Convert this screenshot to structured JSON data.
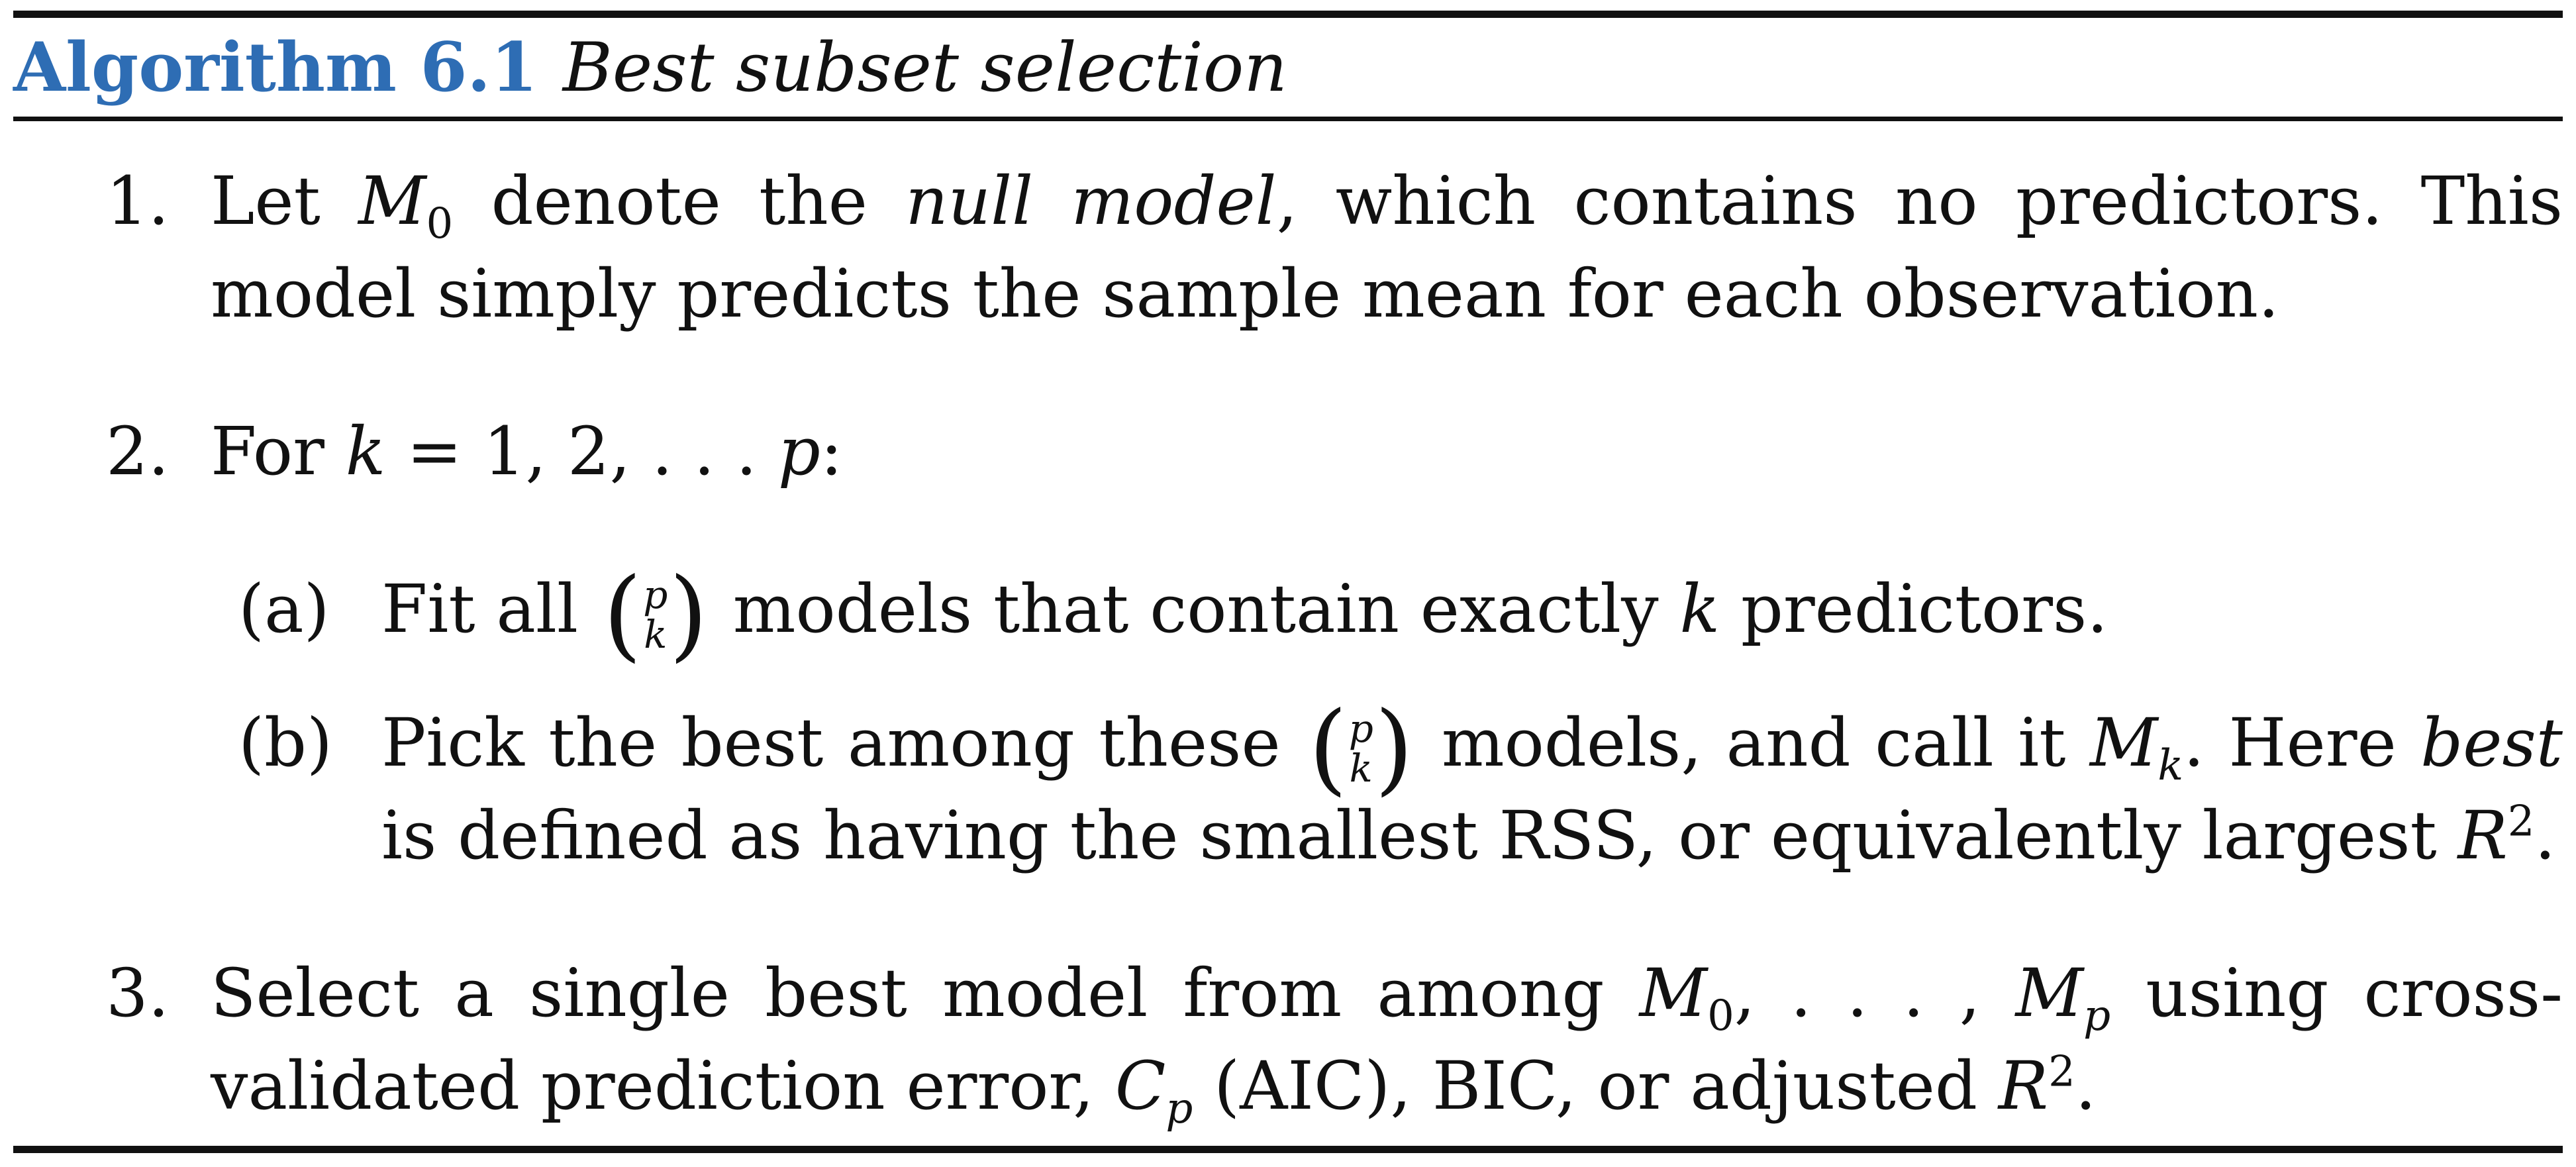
{
  "algorithm": {
    "number_label": "Algorithm 6.1",
    "name": "Best subset selection"
  },
  "steps": [
    {
      "num": "1.",
      "line1_pre": "Let ",
      "line1_model": "M",
      "line1_model_sub": "0",
      "line1_mid": " denote the ",
      "line1_term": "null model",
      "line1_post": ", which contains no predictors. This",
      "line2": "model simply predicts the sample mean for each observation."
    },
    {
      "num": "2.",
      "line1_pre": "For ",
      "line1_var": "k",
      "line1_post": " = 1, 2, . . . ",
      "line1_end_var": "p",
      "line1_colon": ":"
    },
    {
      "num": "3.",
      "line1_pre": "Select a single best model from among ",
      "line1_m0": "M",
      "line1_m0_sub": "0",
      "line1_dots": ", . . . , ",
      "line1_mp": "M",
      "line1_mp_sub": "p",
      "line1_post": " using cross-",
      "line2_pre": "validated prediction error, ",
      "line2_c": "C",
      "line2_c_sub": "p",
      "line2_mid": " (AIC), BIC, or adjusted ",
      "line2_r": "R",
      "line2_r_sup": "2",
      "line2_end": "."
    }
  ],
  "substeps": [
    {
      "label": "(a)",
      "pre": "Fit all ",
      "binom_top": "p",
      "binom_bottom": "k",
      "mid": " models that contain exactly ",
      "var": "k",
      "post": " predictors."
    },
    {
      "label": "(b)",
      "pre": "Pick the best among these ",
      "binom_top": "p",
      "binom_bottom": "k",
      "mid": " models, and call it ",
      "model": "M",
      "model_sub": "k",
      "post": ". Here ",
      "term": "best",
      "line2_pre": "is defined as having the smallest RSS, or equivalently largest ",
      "line2_r": "R",
      "line2_r_sup": "2",
      "line2_end": "."
    }
  ]
}
